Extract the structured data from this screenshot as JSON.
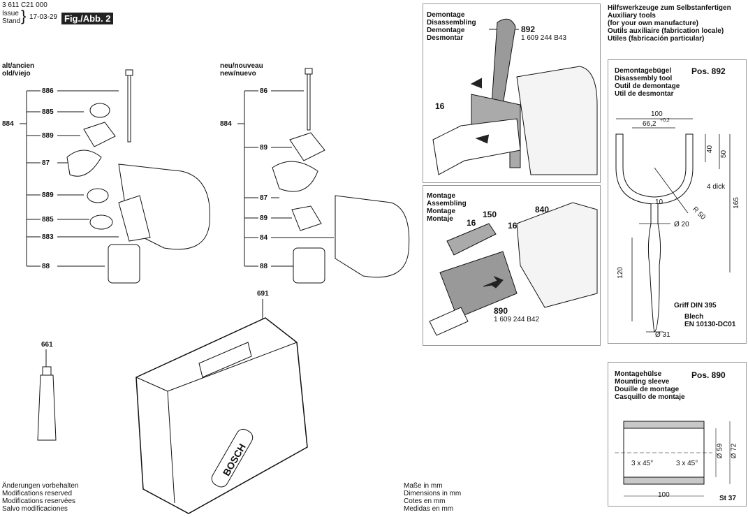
{
  "header": {
    "doc_number": "3 611 C21 000",
    "issue_label": "Issue",
    "stand_label": "Stand",
    "issue_date": "17-03-29",
    "figure_label": "Fig./Abb. 2"
  },
  "left_group": {
    "title_lines": [
      "alt/ancien",
      "old/viejo"
    ],
    "assembly_number": "884",
    "parts": [
      "886",
      "885",
      "889",
      "87",
      "889",
      "885",
      "883",
      "88"
    ]
  },
  "middle_group": {
    "title_lines": [
      "neu/nouveau",
      "new/nuevo"
    ],
    "assembly_number": "884",
    "parts": [
      "86",
      "89",
      "87",
      "89",
      "84",
      "88"
    ]
  },
  "tube": {
    "part": "661"
  },
  "case": {
    "part": "691",
    "brand": "BOSCH"
  },
  "disassembly_panel": {
    "title_lines": [
      "Demontage",
      "Disassembling",
      "Demontage",
      "Desmontar"
    ],
    "tool_number": "892",
    "tool_code": "1 609 244 B43",
    "callout": "16"
  },
  "assembly_panel": {
    "title_lines": [
      "Montage",
      "Assembling",
      "Montage",
      "Montaje"
    ],
    "callouts": [
      "16",
      "150",
      "16",
      "840"
    ],
    "tool_number": "890",
    "tool_code": "1 609 244 B42"
  },
  "aux_tools": {
    "title_lines": [
      "Hilfswerkzeuge zum Selbstanfertigen",
      "Auxiliary tools",
      "(for your own manufacture)",
      "Outils auxiliaire (fabrication locale)",
      "Utiles (fabricación particular)"
    ]
  },
  "tool_892": {
    "title_lines": [
      "Demontagebügel",
      "Disassembly tool",
      "Outil de demontage",
      "Util de desmontar"
    ],
    "pos": "Pos. 892",
    "dims": {
      "width": "100",
      "inner": "66,2",
      "inner_tol": "+0,2",
      "d40": "40",
      "d50": "50",
      "thickness": "4 dick",
      "d10": "10",
      "radius": "R 50",
      "dia20": "Ø 20",
      "h165": "165",
      "h120": "120",
      "dia31": "Ø 31"
    },
    "notes": [
      "Griff DIN 395",
      "Blech",
      "EN 10130-DC01"
    ]
  },
  "tool_890": {
    "title_lines": [
      "Montagehülse",
      "Mounting sleeve",
      "Douille de montage",
      "Casquillo de montaje"
    ],
    "pos": "Pos. 890",
    "dims": {
      "chamfer_left": "3 x 45°",
      "chamfer_right": "3 x 45°",
      "dia59": "Ø 59",
      "dia72": "Ø 72",
      "length": "100"
    },
    "material": "St 37"
  },
  "footer_left": [
    "Änderungen vorbehalten",
    "Modifications reserved",
    "Modifications reservées",
    "Salvo modificaciones"
  ],
  "footer_mid": [
    "Maße in mm",
    "Dimensions in mm",
    "Cotes en mm",
    "Medidas en mm"
  ]
}
